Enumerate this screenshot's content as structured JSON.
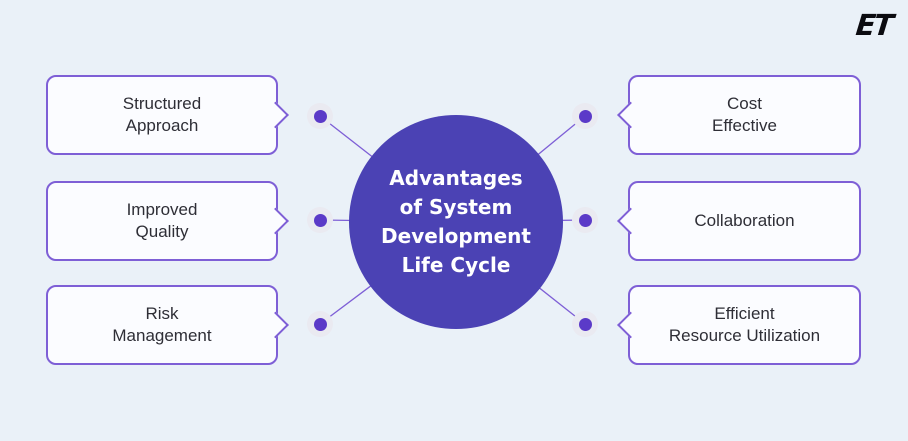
{
  "logo": {
    "text": "ET"
  },
  "diagram": {
    "center_title": "Advantages\nof System\nDevelopment\nLife Cycle",
    "items_left": [
      {
        "label": "Structured\nApproach"
      },
      {
        "label": "Improved\nQuality"
      },
      {
        "label": "Risk\nManagement"
      }
    ],
    "items_right": [
      {
        "label": "Cost\nEffective"
      },
      {
        "label": "Collaboration"
      },
      {
        "label": "Efficient\nResource Utilization"
      }
    ]
  },
  "colors": {
    "background": "#EAF1F8",
    "accent_circle": "#4B42B4",
    "box_border": "#7E5FD6",
    "connector": "#7E5FD6",
    "node_dot": "#5B3AC8",
    "node_halo": "#EAEAF1",
    "box_fill": "#FBFCFF",
    "text_dark": "#2E2E36",
    "title_text": "#FFFFFF",
    "logo_color": "#0B0B10"
  }
}
